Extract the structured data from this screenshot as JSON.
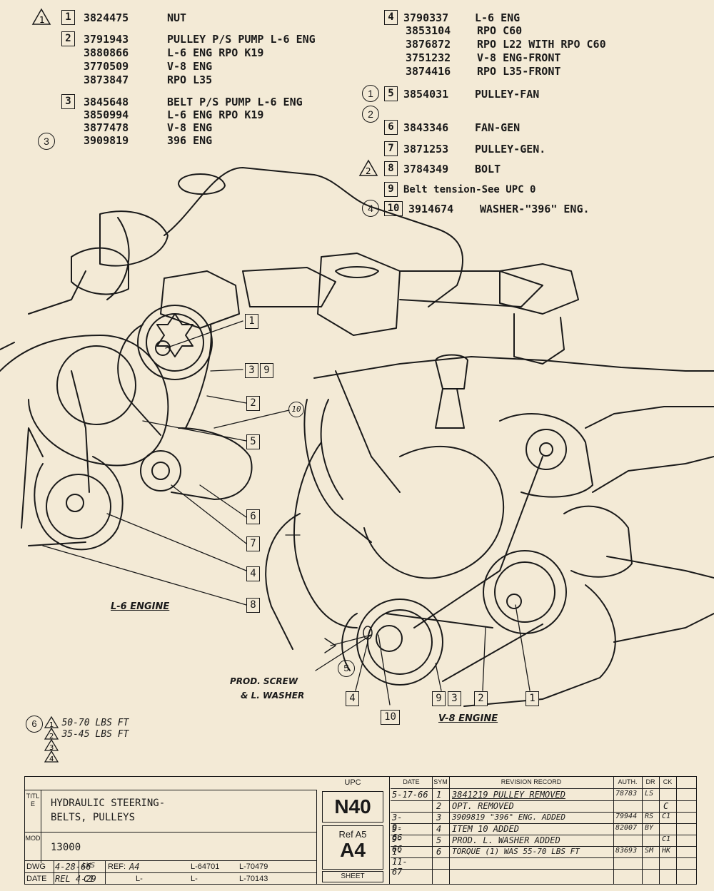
{
  "parts_left": [
    {
      "callout": "1",
      "part": "3824475",
      "desc": "NUT",
      "triangle": "1"
    },
    {
      "callout": "2",
      "part": "3791943",
      "desc": "PULLEY P/S PUMP L-6 ENG"
    },
    {
      "part": "3880866",
      "desc": "L-6 ENG RPO K19"
    },
    {
      "part": "3770509",
      "desc": "V-8 ENG"
    },
    {
      "part": "3873847",
      "desc": "RPO L35"
    },
    {
      "callout": "3",
      "part": "3845648",
      "desc": "BELT P/S PUMP L-6 ENG"
    },
    {
      "part": "3850994",
      "desc": "L-6 ENG RPO K19"
    },
    {
      "part": "3877478",
      "desc": "V-8 ENG"
    },
    {
      "circle": "3",
      "part": "3909819",
      "desc": "396 ENG"
    }
  ],
  "parts_right": [
    {
      "callout": "4",
      "part": "3790337",
      "desc": "L-6 ENG"
    },
    {
      "part": "3853104",
      "desc": "RPO C60"
    },
    {
      "part": "3876872",
      "desc": "RPO L22 WITH RPO C60"
    },
    {
      "part": "3751232",
      "desc": "V-8 ENG-FRONT"
    },
    {
      "part": "3874416",
      "desc": "RPO L35-FRONT"
    },
    {
      "circle": "1",
      "callout": "5",
      "part": "3854031",
      "desc": "PULLEY-FAN"
    },
    {
      "circle": "2"
    },
    {
      "callout": "6",
      "part": "3843346",
      "desc": "FAN-GEN"
    },
    {
      "callout": "7",
      "part": "3871253",
      "desc": "PULLEY-GEN."
    },
    {
      "triangle": "2",
      "callout": "8",
      "part": "3784349",
      "desc": "BOLT"
    },
    {
      "callout": "9",
      "desc": "Belt tension-See UPC 0"
    },
    {
      "circle": "4",
      "callout": "10",
      "part": "3914674",
      "desc": "WASHER-\"396\" ENG."
    }
  ],
  "diagram": {
    "l6_label": "L-6 ENGINE",
    "v8_label": "V-8 ENGINE",
    "screw_note_1": "PROD. SCREW",
    "screw_note_2": "& L. WASHER",
    "l6_callouts": [
      "1",
      "3",
      "9",
      "2",
      "10",
      "5",
      "6",
      "7",
      "4",
      "8"
    ],
    "v8_callouts": [
      "5",
      "4",
      "10",
      "9",
      "3",
      "2",
      "1"
    ]
  },
  "torque": {
    "circle": "6",
    "lines": [
      {
        "tri": "1",
        "text": "50-70 LBS FT"
      },
      {
        "tri": "2",
        "text": "35-45 LBS FT"
      },
      {
        "tri": "3",
        "text": ""
      },
      {
        "tri": "4",
        "text": ""
      }
    ]
  },
  "title_block": {
    "title_side": "TITLE",
    "mod_side": "MOD",
    "title_1": "HYDRAULIC STEERING-",
    "title_2": "BELTS, PULLEYS",
    "mod": "13000",
    "upc_label": "UPC",
    "upc": "N40",
    "ref_label": "Ref A5",
    "ref": "A4",
    "sheet": "SHEET",
    "dwg_label": "DWG",
    "dwg": "4-28-66",
    "date_label": "DATE",
    "date": "REL 4-29",
    "dwg_init": "LWS",
    "date_init": "C1",
    "ref_field_label": "REF:",
    "ref_field": "A4",
    "l_1": "L-",
    "l_2": "L-64701",
    "l_3": "L-70479",
    "l_4": "L-",
    "l_5": "L-70143",
    "rev_headers": {
      "date": "DATE",
      "sym": "SYM",
      "record": "REVISION RECORD",
      "auth": "AUTH.",
      "dr": "DR",
      "ck": "CK"
    },
    "revisions": [
      {
        "date": "5-17-66",
        "sym": "1",
        "record": "3841219 PULLEY REMOVED",
        "auth": "78783",
        "dr": "LS",
        "ck": ""
      },
      {
        "date": "",
        "sym": "2",
        "record": "OPT. REMOVED",
        "auth": "",
        "dr": "",
        "ck": "C"
      },
      {
        "date": "3-9-66",
        "sym": "3",
        "record": "3909819 \"396\" ENG. ADDED",
        "auth": "79944",
        "dr": "RS",
        "ck": "C1"
      },
      {
        "date": "9-9-66",
        "sym": "4",
        "record": "ITEM 10 ADDED",
        "auth": "82007",
        "dr": "BY",
        "ck": ""
      },
      {
        "date": "",
        "sym": "5",
        "record": "PROD. L. WASHER ADDED",
        "auth": "",
        "dr": "",
        "ck": "C1"
      },
      {
        "date": "1-11-67",
        "sym": "6",
        "record": "TORQUE (1) WAS 55-70 LBS FT",
        "auth": "83693",
        "dr": "SM",
        "ck": "HK"
      }
    ]
  }
}
